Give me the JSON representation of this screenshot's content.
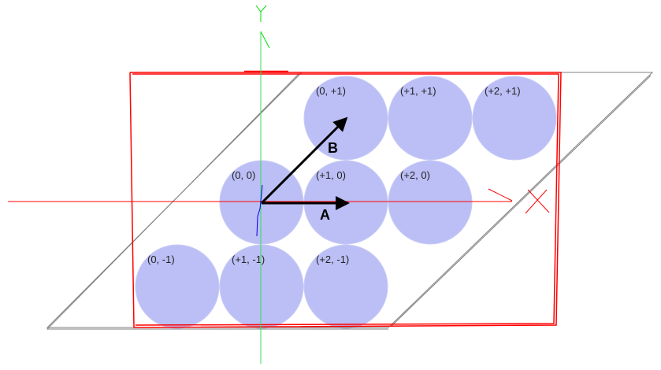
{
  "axes": {
    "x_label": "X",
    "y_label": "Y"
  },
  "vectors": [
    {
      "label": "A"
    },
    {
      "label": "B"
    }
  ],
  "cells": [
    {
      "label": "(0, +1)",
      "i": 0,
      "j": 1
    },
    {
      "label": "(+1, +1)",
      "i": 1,
      "j": 1
    },
    {
      "label": "(+2, +1)",
      "i": 2,
      "j": 1
    },
    {
      "label": "(0, 0)",
      "i": 0,
      "j": 0
    },
    {
      "label": "(+1, 0)",
      "i": 1,
      "j": 0
    },
    {
      "label": "(+2, 0)",
      "i": 2,
      "j": 0
    },
    {
      "label": "(0, -1)",
      "i": 0,
      "j": -1
    },
    {
      "label": "(+1, -1)",
      "i": 1,
      "j": -1
    },
    {
      "label": "(+2, -1)",
      "i": 2,
      "j": -1
    }
  ],
  "colors": {
    "circle": "#b4b8f4",
    "x_axis": "#ff0000",
    "y_axis": "#00dd00",
    "cell_outline": "#808080",
    "box": "#ff0000"
  }
}
